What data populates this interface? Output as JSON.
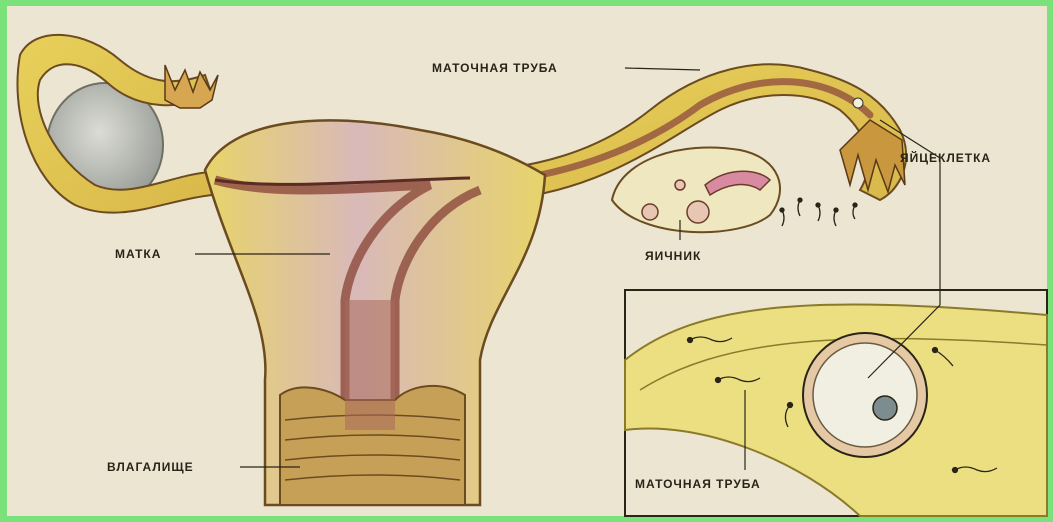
{
  "labels": {
    "fallopian_tube_top": "МАТОЧНАЯ ТРУБА",
    "egg_cell": "ЯЙЦЕКЛЕТКА",
    "uterus": "МАТКА",
    "ovary": "ЯИЧНИК",
    "vagina": "ВЛАГАЛИЩЕ",
    "fallopian_tube_inset": "МАТОЧНАЯ ТРУБА"
  },
  "colors": {
    "paper": "#ece5d2",
    "border": "#7be27b",
    "tissue_yellow": "#e6cf5c",
    "tissue_pink": "#d9a7b0",
    "cavity_brown": "#8c4a3c",
    "ovary_grey": "#b9bcb6"
  }
}
